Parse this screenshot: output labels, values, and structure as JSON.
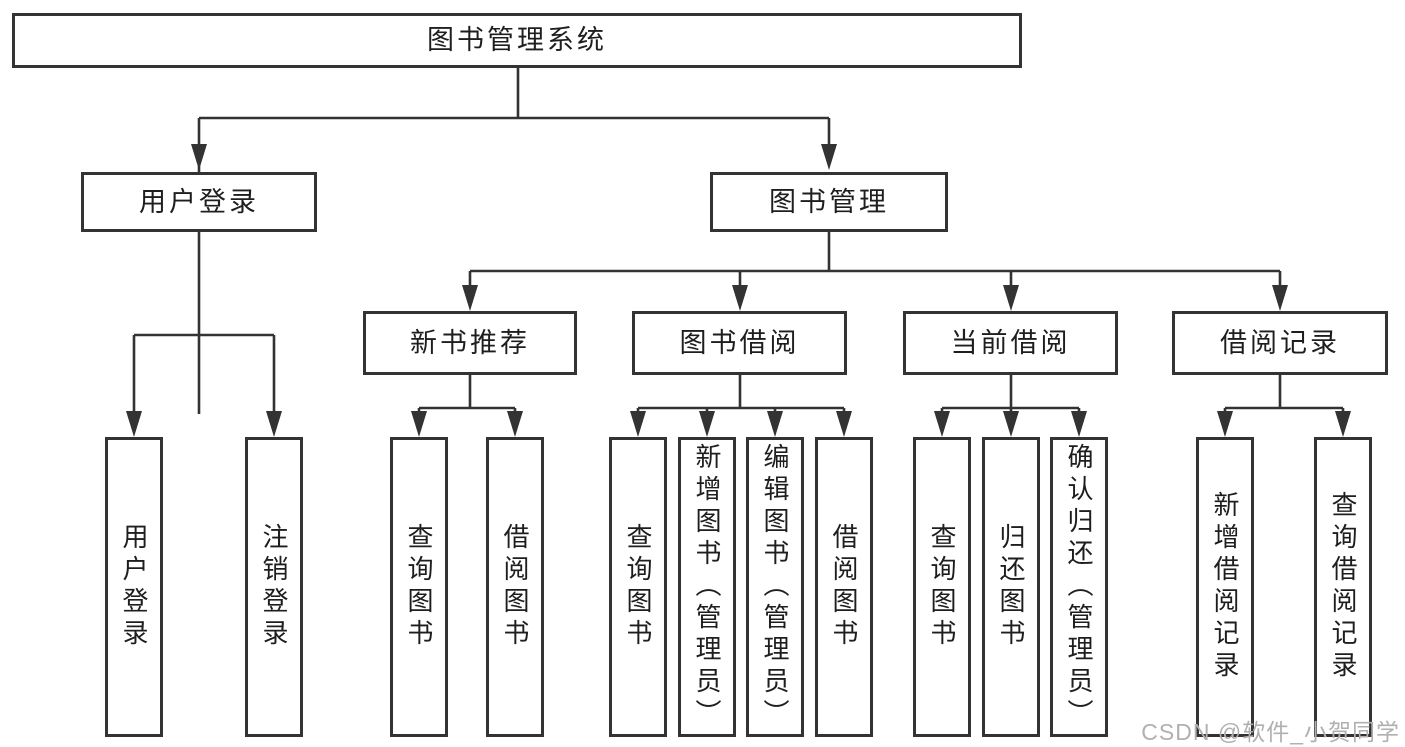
{
  "colors": {
    "line": "#333333",
    "box_border": "#333333",
    "text": "#1e1e1e",
    "background": "#ffffff",
    "watermark": "#b0b0b0"
  },
  "watermark": "CSDN @软件_小贺同学",
  "tree": {
    "label": "图书管理系统",
    "children": [
      {
        "label": "用户登录",
        "children": [
          {
            "label": "用户登录"
          },
          {
            "label": "注销登录"
          }
        ]
      },
      {
        "label": "图书管理",
        "children": [
          {
            "label": "新书推荐",
            "children": [
              {
                "label": "查询图书"
              },
              {
                "label": "借阅图书"
              }
            ]
          },
          {
            "label": "图书借阅",
            "children": [
              {
                "label": "查询图书"
              },
              {
                "label": "新增图书（管理员）"
              },
              {
                "label": "编辑图书（管理员）"
              },
              {
                "label": "借阅图书"
              }
            ]
          },
          {
            "label": "当前借阅",
            "children": [
              {
                "label": "查询图书"
              },
              {
                "label": "归还图书"
              },
              {
                "label": "确认归还（管理员）"
              }
            ]
          },
          {
            "label": "借阅记录",
            "children": [
              {
                "label": "新增借阅记录"
              },
              {
                "label": "查询借阅记录"
              }
            ]
          }
        ]
      }
    ]
  }
}
